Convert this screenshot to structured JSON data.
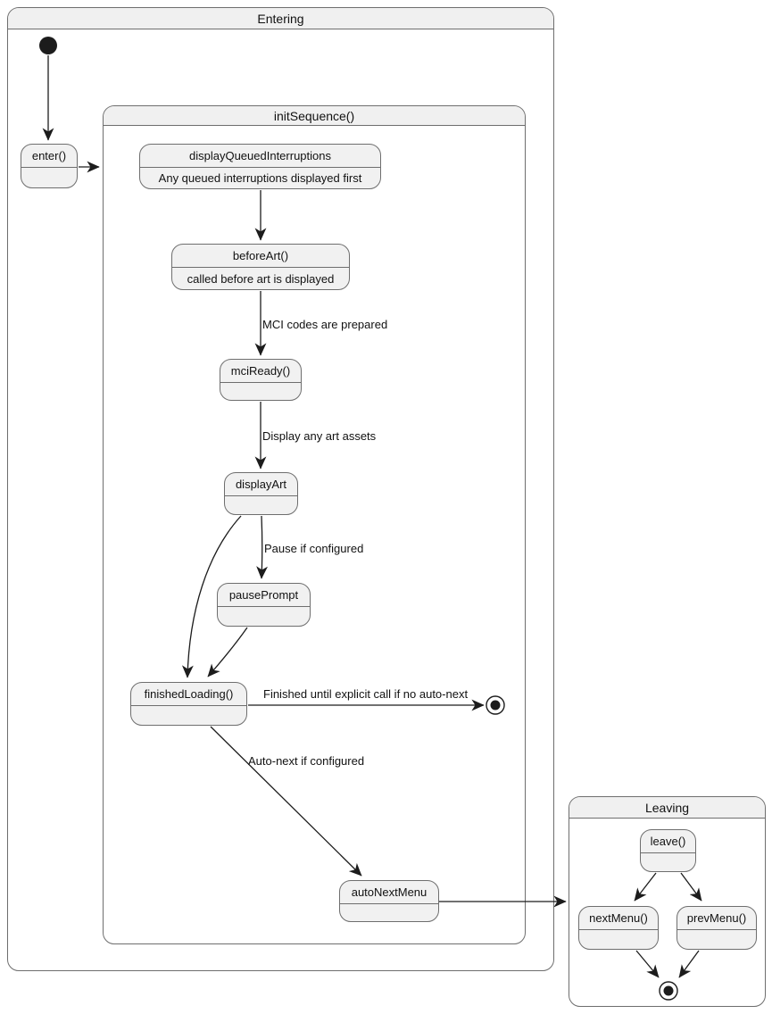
{
  "regions": {
    "entering": {
      "title": "Entering"
    },
    "init_sequence": {
      "title": "initSequence()"
    },
    "leaving": {
      "title": "Leaving"
    }
  },
  "states": {
    "enter": {
      "name": "enter()"
    },
    "display_queued_interruptions": {
      "name": "displayQueuedInterruptions",
      "description": "Any queued interruptions displayed first"
    },
    "before_art": {
      "name": "beforeArt()",
      "description": "called before art is displayed"
    },
    "mci_ready": {
      "name": "mciReady()"
    },
    "display_art": {
      "name": "displayArt"
    },
    "pause_prompt": {
      "name": "pausePrompt"
    },
    "finished_loading": {
      "name": "finishedLoading()"
    },
    "auto_next_menu": {
      "name": "autoNextMenu"
    },
    "leave": {
      "name": "leave()"
    },
    "next_menu": {
      "name": "nextMenu()"
    },
    "prev_menu": {
      "name": "prevMenu()"
    }
  },
  "edge_labels": {
    "mci_codes": "MCI codes are prepared",
    "display_assets": "Display any art assets",
    "pause": "Pause if configured",
    "finished": "Finished until explicit call if no auto-next",
    "auto_next": "Auto-next if configured"
  },
  "colors": {
    "state_fill": "#f1f1f1",
    "region_header_fill": "#f0f0f0",
    "border": "#6e6e6e",
    "edge": "#1c1c1c",
    "background": "#ffffff"
  }
}
